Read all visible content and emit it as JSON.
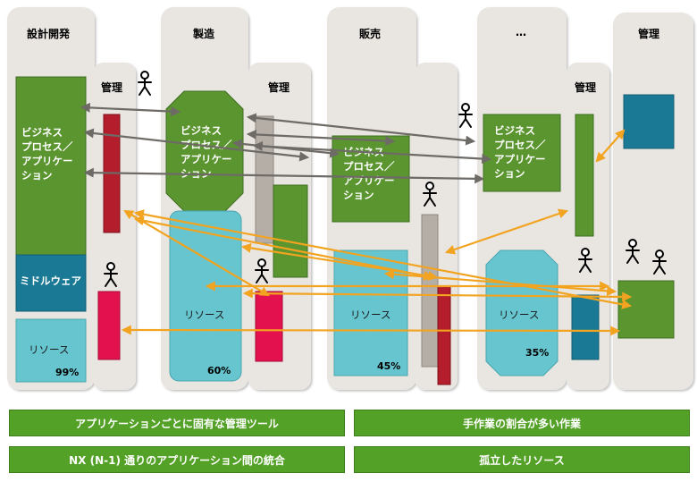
{
  "columns": {
    "design": {
      "title": "設計開発",
      "app_text": [
        "ビジネス",
        "プロセス／",
        "アプリケー",
        "ション"
      ],
      "middleware": "ミドルウェア",
      "resource": "リソース",
      "percent": "99%"
    },
    "mfg": {
      "title": "製造",
      "app_text": [
        "ビジネス",
        "プロセス／",
        "アプリケー",
        "ション"
      ],
      "resource": "リソース",
      "percent": "60%"
    },
    "sales": {
      "title": "販売",
      "app_text": [
        "ビジネス",
        "プロセス／",
        "アプリケー",
        "ション"
      ],
      "resource": "リソース",
      "percent": "45%"
    },
    "other": {
      "title": "…",
      "app_text": [
        "ビジネス",
        "プロセス／",
        "アプリケー",
        "ション"
      ],
      "resource": "リソース",
      "percent": "35%"
    },
    "mgmt_right": {
      "title": "管理"
    }
  },
  "mgmt_labels": [
    "管理",
    "管理",
    "管理"
  ],
  "banners": [
    "アプリケーションごとに固有な管理ツール",
    "手作業の割合が多い作業",
    "NX (N-1) 通りのアプリケーション間の統合",
    "孤立したリソース"
  ],
  "colors": {
    "column_bg": "#e9e6e1",
    "app_green": "#5b9530",
    "resource_cyan": "#66c5cf",
    "middleware_teal": "#1a7a95",
    "mgmt_red": "#b41e2c",
    "mgmt_pink": "#e3124e",
    "mgmt_gray": "#b5aea6",
    "arrow_gray": "#6e6a66",
    "arrow_orange": "#f2a320",
    "banner_green": "#53a126"
  }
}
